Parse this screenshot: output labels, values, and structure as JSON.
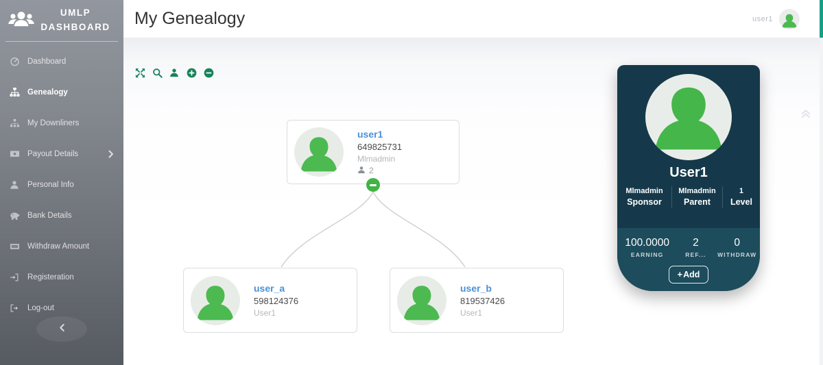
{
  "brand": {
    "line1": "UMLP",
    "line2": "DASHBOARD",
    "icon": "users-icon"
  },
  "header": {
    "title": "My Genealogy",
    "username": "user1",
    "avatar_icon": "person-silhouette-icon"
  },
  "sidebar": {
    "items": [
      {
        "label": "Dashboard",
        "icon": "tachometer-icon",
        "active": false
      },
      {
        "label": "Genealogy",
        "icon": "sitemap-icon",
        "active": true
      },
      {
        "label": "My Downliners",
        "icon": "network-icon",
        "active": false
      },
      {
        "label": "Payout Details",
        "icon": "payout-bill-icon",
        "has_submenu": true,
        "active": false
      },
      {
        "label": "Personal Info",
        "icon": "user-icon",
        "active": false
      },
      {
        "label": "Bank Details",
        "icon": "piggy-bank-icon",
        "active": false
      },
      {
        "label": "Withdraw Amount",
        "icon": "money-icon",
        "active": false
      },
      {
        "label": "Registeration",
        "icon": "sign-in-icon",
        "active": false
      },
      {
        "label": "Log-out",
        "icon": "sign-out-icon",
        "active": false
      }
    ],
    "collapse_icon": "chevron-left-icon"
  },
  "toolbar": {
    "icons": [
      "expand-arrows-icon",
      "search-icon",
      "add-person-icon",
      "plus-circle-icon",
      "minus-circle-icon"
    ]
  },
  "tree": {
    "root": {
      "name": "user1",
      "id": "649825731",
      "sponsor": "Mlmadmin",
      "children_count": "2"
    },
    "children": [
      {
        "name": "user_a",
        "id": "598124376",
        "sponsor": "User1"
      },
      {
        "name": "user_b",
        "id": "819537426",
        "sponsor": "User1"
      }
    ]
  },
  "detail_card": {
    "name": "User1",
    "sponsor_value": "Mlmadmin",
    "sponsor_label": "Sponsor",
    "parent_value": "Mlmadmin",
    "parent_label": "Parent",
    "level_value": "1",
    "level_label": "Level",
    "earning_value": "100.0000",
    "earning_label": "EARNING",
    "referrals_value": "2",
    "referrals_label": "REF...",
    "withdraw_value": "0",
    "withdraw_label": "WITHDRAW",
    "add_plus": "+",
    "add_button": "Add"
  },
  "colors": {
    "accent_green": "#17845a",
    "silhouette_green": "#4cba50",
    "link_blue": "#4a90d9",
    "card_top": "#15394a",
    "card_bottom": "#1d4c5c",
    "scrollbar_teal": "#14a085"
  }
}
